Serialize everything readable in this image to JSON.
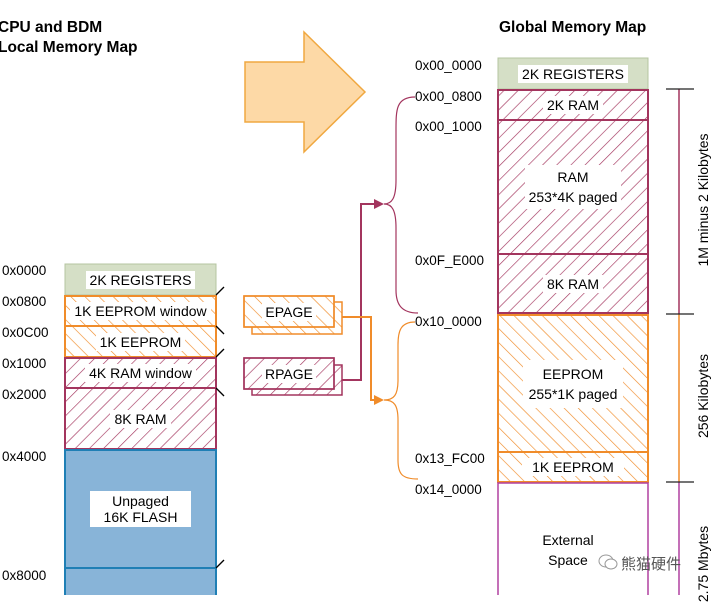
{
  "local_map": {
    "title_line1": "CPU and BDM",
    "title_line2": "Local Memory Map",
    "addresses": [
      "0x0000",
      "0x0800",
      "0x0C00",
      "0x1000",
      "0x2000",
      "0x4000",
      "0x8000"
    ],
    "blocks": [
      {
        "label": "2K REGISTERS",
        "kind": "registers"
      },
      {
        "label": "1K EEPROM window",
        "kind": "eeprom"
      },
      {
        "label": "1K EEPROM",
        "kind": "eeprom"
      },
      {
        "label": "4K RAM window",
        "kind": "ram"
      },
      {
        "label": "8K RAM",
        "kind": "ram"
      },
      {
        "label": "Unpaged\n16K FLASH",
        "kind": "flash"
      },
      {
        "label": "",
        "kind": "flash"
      }
    ],
    "flash_label_line1": "Unpaged",
    "flash_label_line2": "16K FLASH"
  },
  "page_registers": {
    "epage": "EPAGE",
    "rpage": "RPAGE"
  },
  "global_map": {
    "title": "Global Memory Map",
    "addresses": [
      "0x00_0000",
      "0x00_0800",
      "0x00_1000",
      "0x0F_E000",
      "0x10_0000",
      "0x13_FC00",
      "0x14_0000"
    ],
    "blocks": {
      "registers": "2K REGISTERS",
      "ram_2k": "2K RAM",
      "ram_paged_line1": "RAM",
      "ram_paged_line2": "253*4K paged",
      "ram_8k": "8K RAM",
      "eeprom_paged_line1": "EEPROM",
      "eeprom_paged_line2": "255*1K paged",
      "eeprom_1k": "1K EEPROM",
      "external_line1": "External",
      "external_line2": "Space"
    },
    "size_annotations": [
      "1M minus 2 Kilobytes",
      "256 Kilobytes",
      "2.75 Mbytes"
    ]
  },
  "watermark": "熊猫硬件",
  "colors": {
    "registers_fill": "#d5dfc6",
    "registers_stroke": "#b5c4a0",
    "ram_stroke": "#a3355e",
    "eeprom_stroke": "#f08c2a",
    "flash_fill": "#88b4d8",
    "flash_stroke": "#1f7fb5",
    "external_stroke": "#b040a0",
    "arrow_fill": "#fdd9a6",
    "arrow_stroke": "#f0a840"
  }
}
